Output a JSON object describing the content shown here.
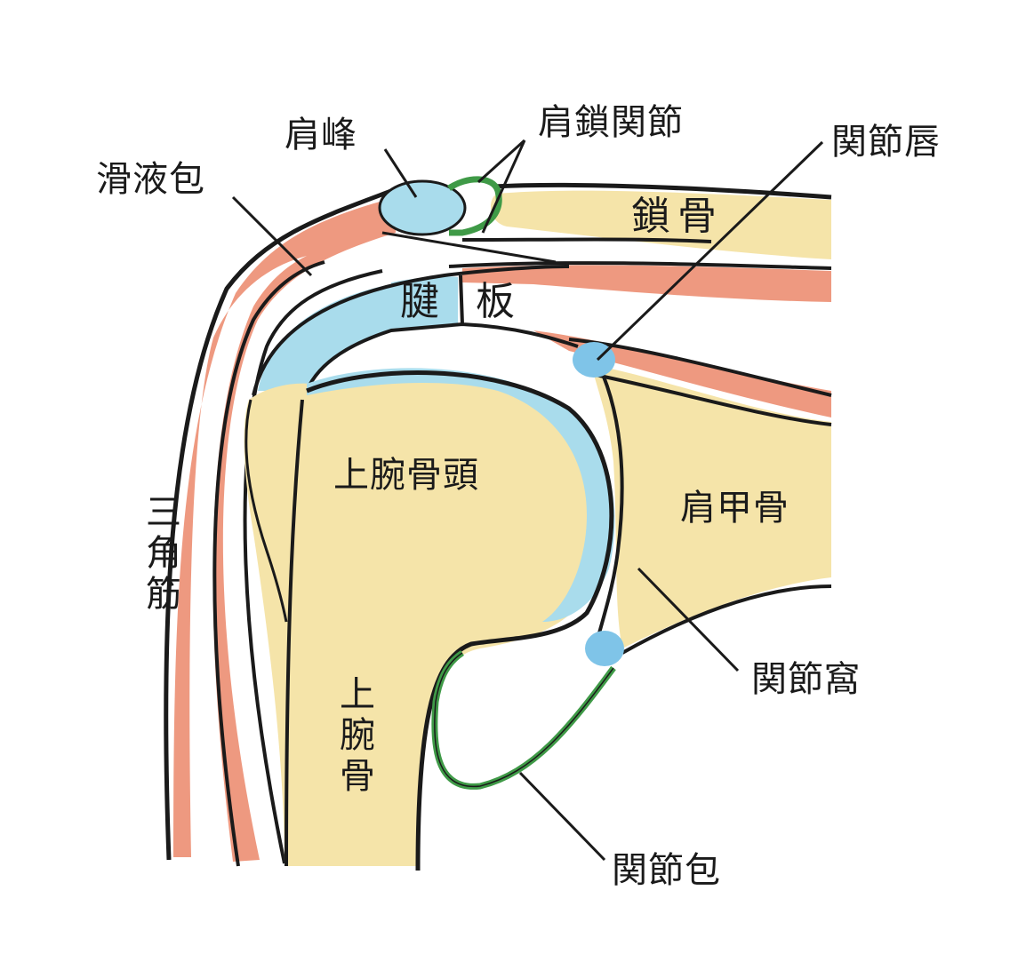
{
  "labels": {
    "acromion": "肩峰",
    "acromioclavicular_joint": "肩鎖関節",
    "labrum": "関節唇",
    "bursa": "滑液包",
    "clavicle": "鎖骨",
    "tendon_plate_1": "腱",
    "tendon_plate_2": "板",
    "humeral_head": "上腕骨頭",
    "scapula": "肩甲骨",
    "deltoid": "三角筋",
    "humerus": "上腕骨",
    "glenoid": "関節窩",
    "capsule": "関節包"
  },
  "colors": {
    "bone": "#f5e4a9",
    "muscle": "#ec8e72",
    "cartilage": "#a9dcec",
    "labrum": "#7fc4e8",
    "capsule": "#3f9a47",
    "line": "#1a1a1a"
  }
}
